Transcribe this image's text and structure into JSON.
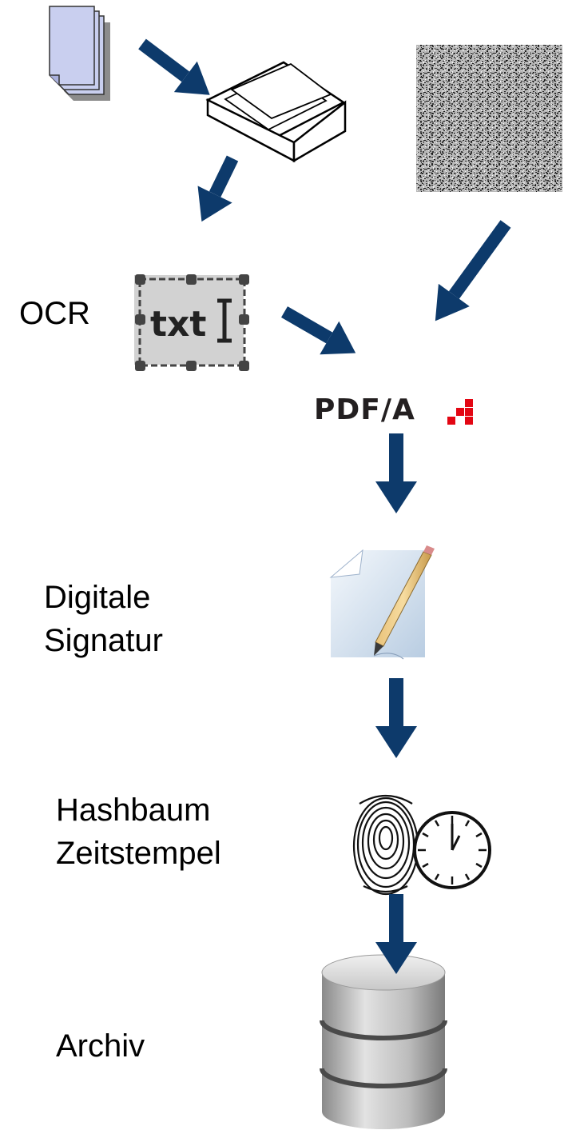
{
  "labels": {
    "ocr": "OCR",
    "signature_line1": "Digitale",
    "signature_line2": "Signatur",
    "hash_line1": "Hashbaum",
    "hash_line2": "Zeitstempel",
    "archive": "Archiv"
  },
  "pdfa_logo_text": "PDF/A",
  "ocr_icon_text": "txt",
  "colors": {
    "arrow": "#0d3a6b",
    "logo_red": "#e30613",
    "text": "#000000"
  },
  "icons": [
    "paper-stack-icon",
    "flatbed-scanner-icon",
    "noisy-scan-image",
    "ocr-text-icon",
    "pdfa-logo",
    "signed-document-icon",
    "fingerprint-icon",
    "clock-icon",
    "database-icon"
  ]
}
